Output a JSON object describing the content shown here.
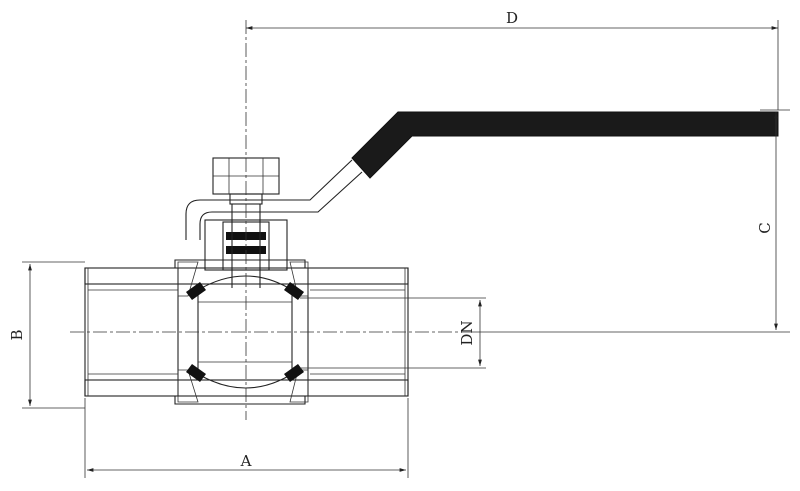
{
  "dimensions": {
    "A": "A",
    "B": "B",
    "C": "C",
    "D": "D",
    "DN": "DN"
  },
  "colors": {
    "line": "#222222",
    "handle": "#1a1a1a",
    "background": "#ffffff"
  }
}
